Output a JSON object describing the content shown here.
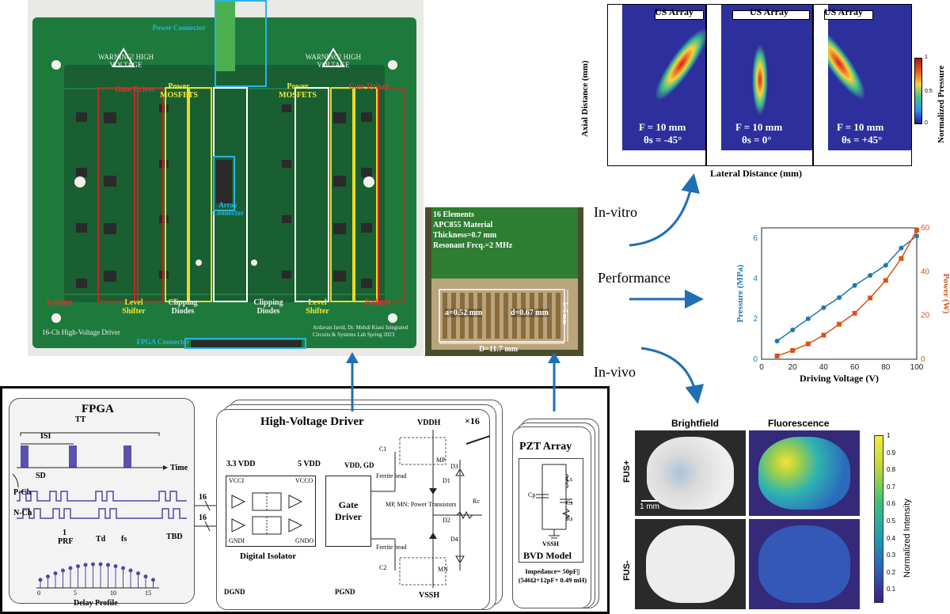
{
  "pcb": {
    "power_connector": "Power Connector",
    "warning_left": "WARNING! HIGH VOLTAGE",
    "warning_right": "WARNING! HIGH VOLTAGE",
    "gate_driver_left": "Gate Driver",
    "gate_driver_right": "Gate Driver",
    "power_mosfets_left": "Power MOSFETS",
    "power_mosfets_right": "Power MOSFETS",
    "isolator_left": "Isolator",
    "isolator_right": "Isolator",
    "level_shifter_left": "Level Shifter",
    "level_shifter_right": "Level Shifter",
    "clipping_diodes_left": "Clipping Diodes",
    "clipping_diodes_right": "Clipping Diodes",
    "array_connector": "Array Connector",
    "board_name": "16-Ch High-Voltage Driver",
    "fpga_connector": "FPGA Connector",
    "credit": "Ardavan Javid, Dr. Mehdi Kiani Integrated Circuits & Systems Lab Spring 2023"
  },
  "transducer": {
    "line1": "16 Elements",
    "line2": "APC855 Material",
    "line3": "Thickness=0.7 mm",
    "line4": "Resonant Frcq.=2 MHz",
    "dim_a": "a=0.52 mm",
    "dim_d": "d=0.67 mm",
    "dim_D": "D=11.7 mm",
    "dim_h": "h=5 mm"
  },
  "arrows": {
    "invitro": "In-vitro",
    "performance": "Performance",
    "invivo": "In-vivo"
  },
  "beam": {
    "panel_title": "US Array",
    "ylabel": "Axial Distance (mm)",
    "xlabel": "Lateral Distance (mm)",
    "colorbar_label": "Normalized Pressure",
    "cb_1": "1",
    "cb_05": "0.5",
    "cb_0": "0",
    "p1_f": "F = 10 mm",
    "p1_t": "θs = -45°",
    "p2_f": "F = 10 mm",
    "p2_t": "θs = 0°",
    "p3_f": "F = 10 mm",
    "p3_t": "θs = +45°"
  },
  "chart_data": {
    "type": "line",
    "xlabel": "Driving Voltage (V)",
    "ylabel_left": "Pressure (MPa)",
    "ylabel_right": "Power (W)",
    "xlim": [
      0,
      100
    ],
    "ylim_left": [
      0,
      6.5
    ],
    "ylim_right": [
      0,
      60
    ],
    "x_ticks": [
      "0",
      "20",
      "40",
      "60",
      "80",
      "100"
    ],
    "y_left_ticks": [
      "0",
      "2",
      "4",
      "6"
    ],
    "y_right_ticks": [
      "0",
      "20",
      "40",
      "60"
    ],
    "series": [
      {
        "axis": "left",
        "color": "#1f77b4",
        "x": [
          10,
          20,
          30,
          40,
          50,
          60,
          70,
          80,
          90,
          100
        ],
        "values": [
          0.9,
          1.45,
          2.0,
          2.55,
          3.05,
          3.65,
          4.15,
          4.65,
          5.5,
          6.1
        ]
      },
      {
        "axis": "right",
        "color": "#d95319",
        "x": [
          10,
          20,
          30,
          40,
          50,
          60,
          70,
          80,
          90,
          100
        ],
        "values": [
          1.5,
          4,
          7,
          11,
          16,
          21,
          28,
          36,
          46,
          59
        ]
      }
    ]
  },
  "schematic": {
    "fpga_title": "FPGA",
    "tt": "TT",
    "isi": "ISI",
    "time": "Time",
    "sd": "SD",
    "pch": "P-Ch",
    "nch": "N-Ch",
    "one": "1",
    "prf": "PRF",
    "td": "Td",
    "fs": "fs",
    "tbd": "TBD",
    "delay_profile": "Delay Profile",
    "dp_0": "0",
    "dp_5": "5",
    "dp_10": "10",
    "dp_15": "15",
    "bus16a": "16",
    "bus16b": "16",
    "hvd_title": "High-Voltage Driver",
    "x16": "×16",
    "v33": "3.3 VDD",
    "v5": "5 VDD",
    "vddgd": "VDD, GD",
    "vcci": "VCCI",
    "vcco": "VCCO",
    "gndi": "GNDI",
    "gndo": "GNDO",
    "digital_isolator": "Digital Isolator",
    "gate_driver": "Gate Driver",
    "dgnd": "DGND",
    "pgnd": "PGND",
    "vddh": "VDDH",
    "vssh": "VSSH",
    "c1": "C1",
    "c2": "C2",
    "ferrite1": "Ferrite bead",
    "ferrite2": "Ferrite bead",
    "mp": "MP",
    "mn": "MN",
    "transistors": "MP, MN: Power Transistors",
    "d1": "D1",
    "d2": "D2",
    "d3": "D3",
    "d4": "D4",
    "rc": "Rc",
    "pzt_title": "PZT Array",
    "cp": "Cp",
    "ls": "Ls",
    "cs": "Cs",
    "rs": "Rs",
    "vssh2": "VSSH",
    "bvd": "BVD Model",
    "impedance": "Impedance= 50pF||(546Ω+12pF+ 0.49 mH)"
  },
  "brain": {
    "brightfield": "Brightfield",
    "fluorescence": "Fluorescence",
    "fus_plus": "FUS+",
    "fus_minus": "FUS-",
    "scalebar": "1 mm",
    "cbar_label": "Normalized Intensity",
    "cb_ticks": [
      "1",
      "0.9",
      "0.8",
      "0.7",
      "0.6",
      "0.5",
      "0.4",
      "0.3",
      "0.2",
      "0.1"
    ]
  }
}
